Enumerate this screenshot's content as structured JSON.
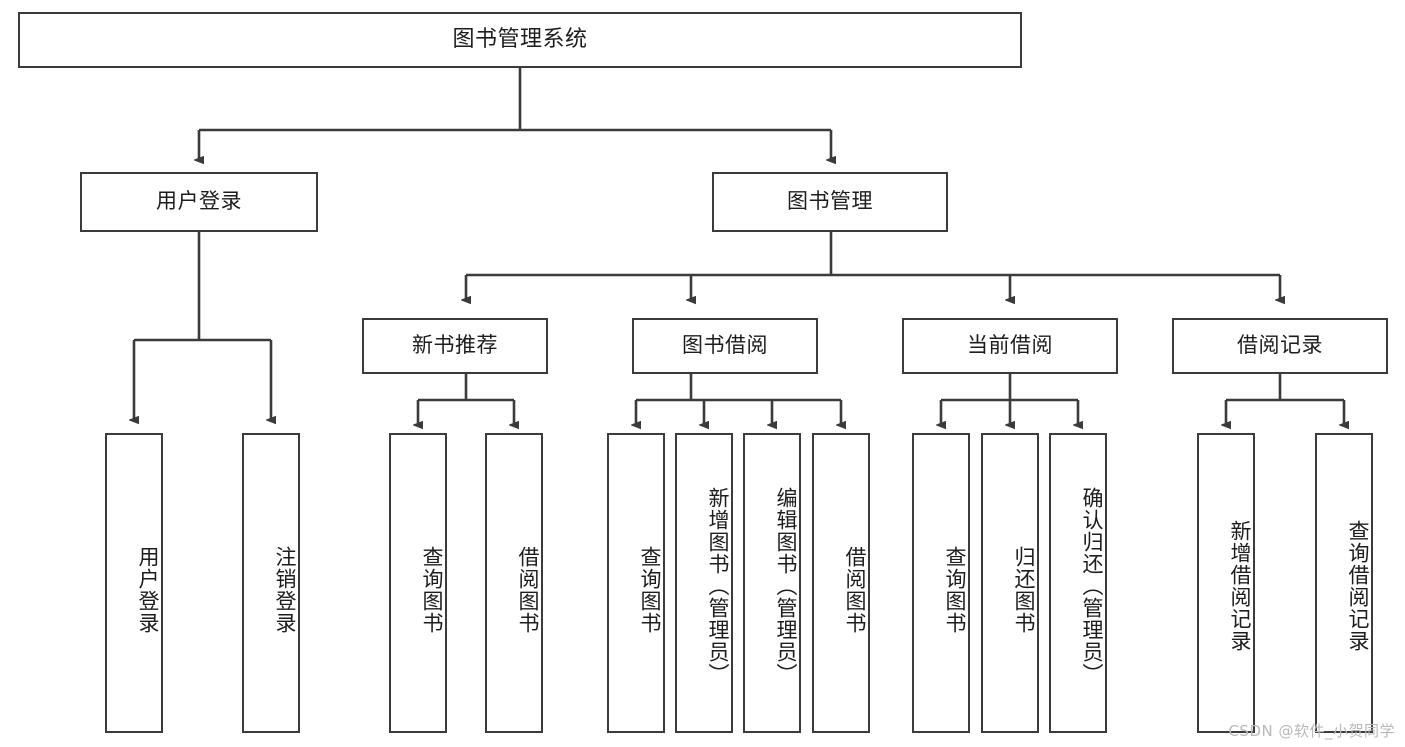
{
  "diagram": {
    "title": "图书管理系统",
    "type": "tree-hierarchy-chart",
    "watermark": "CSDN @软件_小贺同学",
    "colors": {
      "background": "#ffffff",
      "node_border": "#3b3b3b",
      "node_fill": "#ffffff",
      "text": "#1d1d1d",
      "edge": "#3b3b3b",
      "watermark": "#b9b9b9"
    },
    "root": {
      "label": "图书管理系统"
    },
    "level1": [
      {
        "label": "用户登录"
      },
      {
        "label": "图书管理"
      }
    ],
    "level2": [
      {
        "label": "新书推荐"
      },
      {
        "label": "图书借阅"
      },
      {
        "label": "当前借阅"
      },
      {
        "label": "借阅记录"
      }
    ],
    "leaves": {
      "user_login": [
        {
          "label": "用户登录"
        },
        {
          "label": "注销登录"
        }
      ],
      "new_book": [
        {
          "label": "查询图书"
        },
        {
          "label": "借阅图书"
        }
      ],
      "book_borrow": [
        {
          "label": "查询图书"
        },
        {
          "label": "新增图书（管理员）"
        },
        {
          "label": "编辑图书（管理员）"
        },
        {
          "label": "借阅图书"
        }
      ],
      "current_borrow": [
        {
          "label": "查询图书"
        },
        {
          "label": "归还图书"
        },
        {
          "label": "确认归还（管理员）"
        }
      ],
      "borrow_record": [
        {
          "label": "新增借阅记录"
        },
        {
          "label": "查询借阅记录"
        }
      ]
    }
  }
}
